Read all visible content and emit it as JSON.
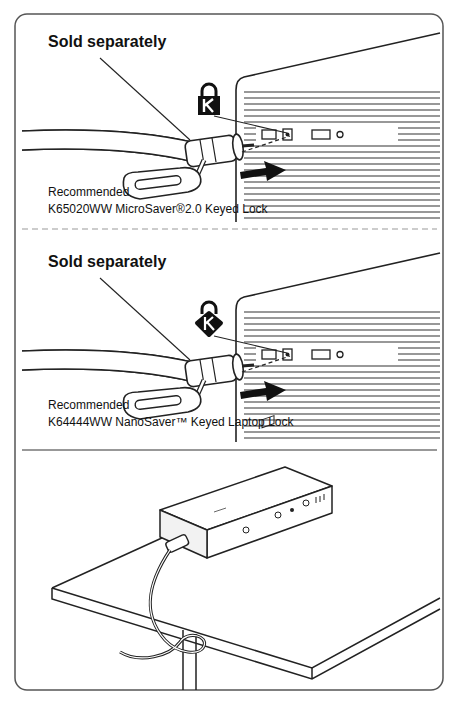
{
  "diagram": {
    "labels": [
      "Sold separately",
      "Recommended",
      "K65020WW MicroSaver®2.0 Keyed Lock",
      "Sold separately",
      "Recommended",
      "K64444WW NanoSaver™ Keyed Laptop Lock"
    ]
  }
}
